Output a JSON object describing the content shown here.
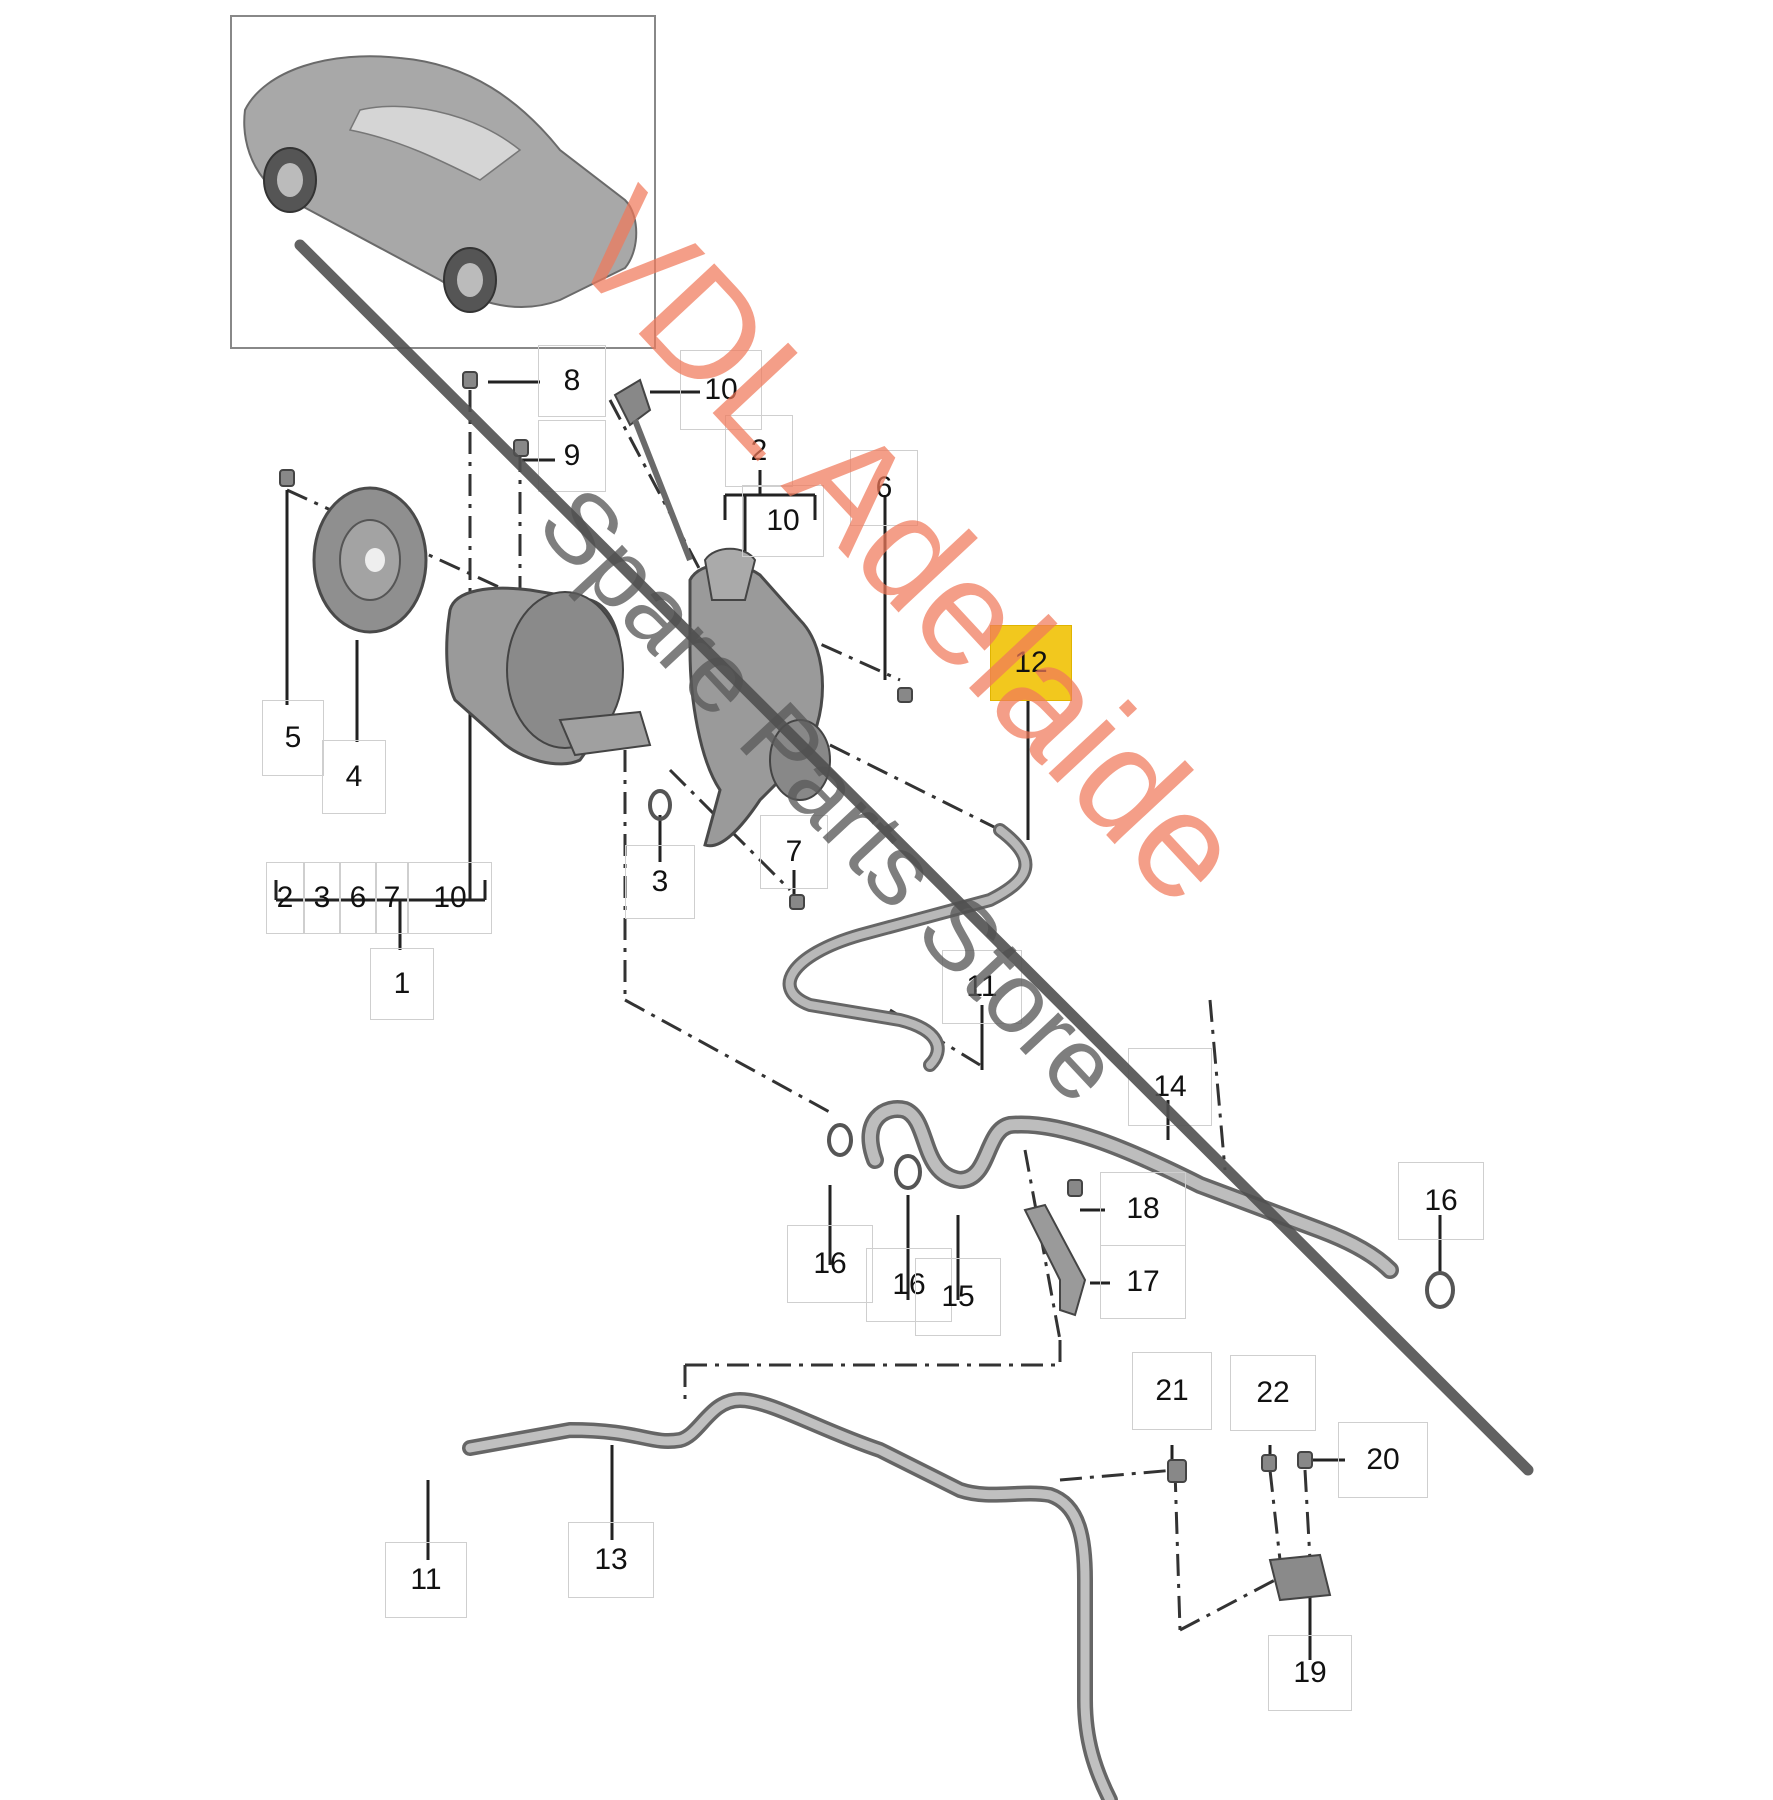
{
  "callouts": {
    "c1": "1",
    "c2a": "2",
    "c2b": "2",
    "c3a": "3",
    "c3b": "3",
    "c4": "4",
    "c5": "5",
    "c6a": "6",
    "c6b": "6",
    "c7a": "7",
    "c7b": "7",
    "c8": "8",
    "c9": "9",
    "c10a": "10",
    "c10b": "10",
    "c10c": "10",
    "c11a": "11",
    "c11b": "11",
    "c12": "12",
    "c13": "13",
    "c14": "14",
    "c15": "15",
    "c16a": "16",
    "c16b": "16",
    "c16c": "16",
    "c17": "17",
    "c18": "18",
    "c19": "19",
    "c20": "20",
    "c21": "21",
    "c22": "22"
  },
  "watermark": {
    "main": "VDL Adelaide",
    "sub": "Spare Parts Store"
  },
  "colors": {
    "highlight": "#f2c81e",
    "watermark_main": "#f0785a",
    "watermark_sub": "#5a5a5a",
    "line": "#333333"
  }
}
